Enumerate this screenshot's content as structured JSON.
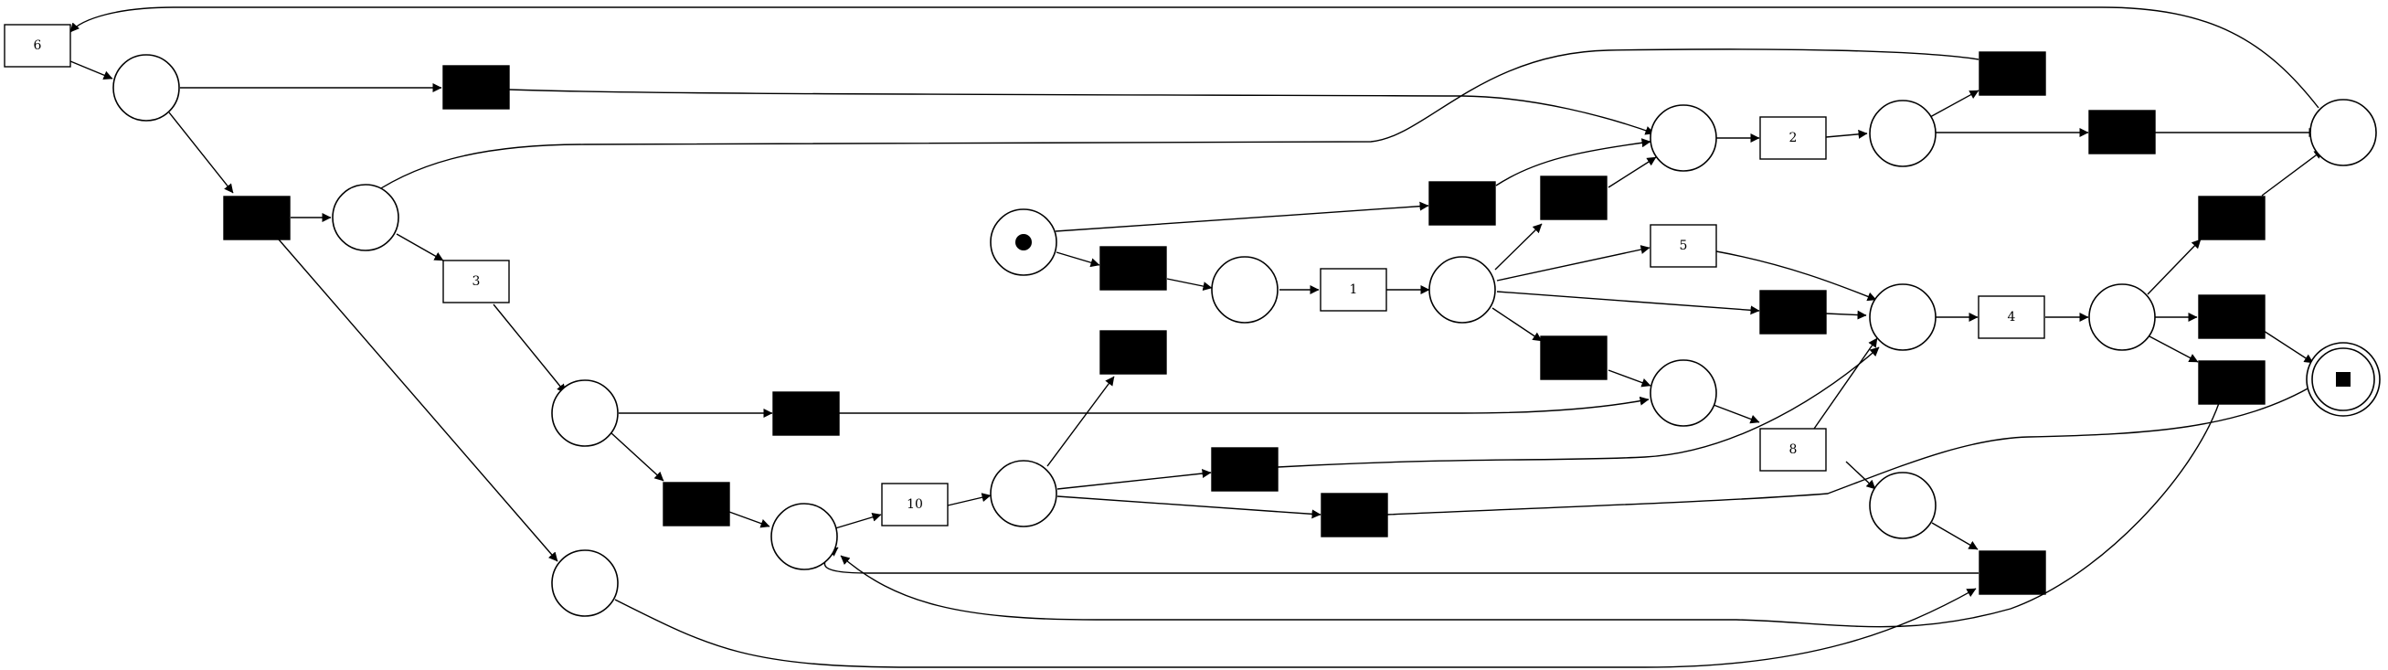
{
  "diagram": {
    "colors": {
      "stroke": "#000000",
      "fill": "#ffffff",
      "silent": "#000000"
    },
    "labels": {
      "t1": "1",
      "t2": "2",
      "t3": "3",
      "t4": "4",
      "t5": "5",
      "t6": "6",
      "t8": "8",
      "t10": "10"
    }
  }
}
